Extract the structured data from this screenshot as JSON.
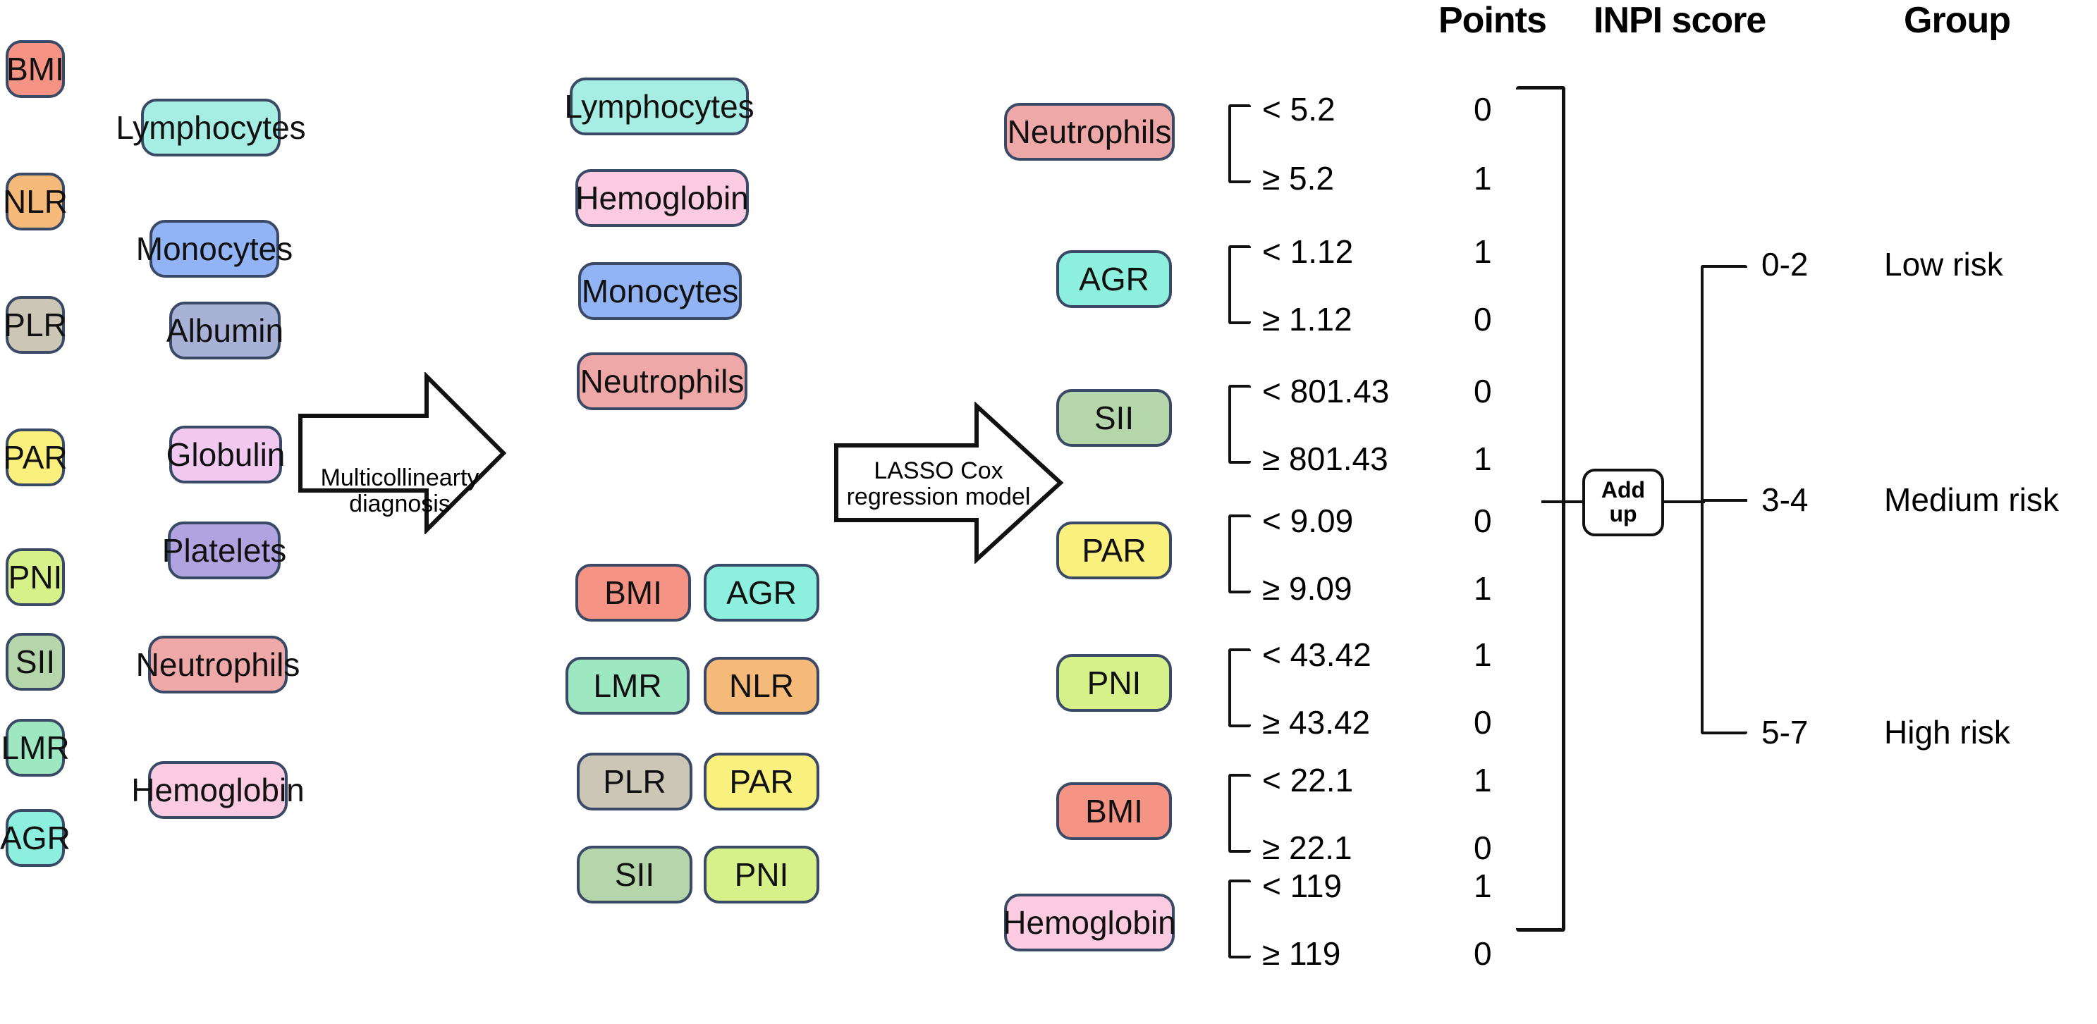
{
  "headers": {
    "points": "Points",
    "inpi_score": "INPI score",
    "group": "Group"
  },
  "colors": {
    "bmi": "#F59384",
    "nlr": "#F5B97A",
    "plr": "#CBC6B6",
    "par": "#FAF07E",
    "pni": "#D6F08A",
    "sii": "#B5D6AA",
    "lmr": "#9EE8C1",
    "agr": "#8DF0DE",
    "lymphocytes": "#A6EDE4",
    "monocytes": "#92B4F4",
    "albumin": "#A8B2D6",
    "globulin": "#F0C8F0",
    "platelets": "#AFA3E0",
    "neutrophils": "#EFA8A8",
    "hemoglobin": "#FBCBE2",
    "border": "#3a4a66"
  },
  "column1": {
    "title": "candidate-variables",
    "items": [
      {
        "label": "BMI",
        "color": "#F59384"
      },
      {
        "label": "NLR",
        "color": "#F5B97A"
      },
      {
        "label": "PLR",
        "color": "#CBC6B6"
      },
      {
        "label": "PAR",
        "color": "#FAF07E"
      },
      {
        "label": "PNI",
        "color": "#D6F08A"
      },
      {
        "label": "SII",
        "color": "#B5D6AA"
      },
      {
        "label": "LMR",
        "color": "#9EE8C1"
      },
      {
        "label": "AGR",
        "color": "#8DF0DE"
      }
    ]
  },
  "column2": {
    "items": [
      {
        "label": "Lymphocytes",
        "color": "#A6EDE4"
      },
      {
        "label": "Monocytes",
        "color": "#92B4F4"
      },
      {
        "label": "Albumin",
        "color": "#A8B2D6"
      },
      {
        "label": "Globulin",
        "color": "#F0C8F0"
      },
      {
        "label": "Platelets",
        "color": "#AFA3E0"
      },
      {
        "label": "Neutrophils",
        "color": "#EFA8A8"
      },
      {
        "label": "Hemoglobin",
        "color": "#FBCBE2"
      }
    ]
  },
  "arrow1": {
    "line1": "Multicollinearty",
    "line2": "diagnosis"
  },
  "arrow2": {
    "line1": "LASSO Cox",
    "line2": "regression model"
  },
  "column3": {
    "singles": [
      {
        "label": "Lymphocytes",
        "color": "#A6EDE4"
      },
      {
        "label": "Hemoglobin",
        "color": "#FBCBE2"
      },
      {
        "label": "Monocytes",
        "color": "#92B4F4"
      },
      {
        "label": "Neutrophils",
        "color": "#EFA8A8"
      }
    ],
    "pairs": [
      [
        {
          "label": "BMI",
          "color": "#F59384"
        },
        {
          "label": "AGR",
          "color": "#8DF0DE"
        }
      ],
      [
        {
          "label": "LMR",
          "color": "#9EE8C1"
        },
        {
          "label": "NLR",
          "color": "#F5B97A"
        }
      ],
      [
        {
          "label": "PLR",
          "color": "#CBC6B6"
        },
        {
          "label": "PAR",
          "color": "#FAF07E"
        }
      ],
      [
        {
          "label": "SII",
          "color": "#B5D6AA"
        },
        {
          "label": "PNI",
          "color": "#D6F08A"
        }
      ]
    ]
  },
  "scoring": {
    "rows": [
      {
        "label": "Neutrophils",
        "color": "#EFA8A8",
        "low_cond": "< 5.2",
        "low_points": "0",
        "high_cond": "≥ 5.2",
        "high_points": "1"
      },
      {
        "label": "AGR",
        "color": "#8DF0DE",
        "low_cond": "< 1.12",
        "low_points": "1",
        "high_cond": "≥ 1.12",
        "high_points": "0"
      },
      {
        "label": "SII",
        "color": "#B5D6AA",
        "low_cond": "< 801.43",
        "low_points": "0",
        "high_cond": "≥ 801.43",
        "high_points": "1"
      },
      {
        "label": "PAR",
        "color": "#FAF07E",
        "low_cond": "< 9.09",
        "low_points": "0",
        "high_cond": "≥ 9.09",
        "high_points": "1"
      },
      {
        "label": "PNI",
        "color": "#D6F08A",
        "low_cond": "< 43.42",
        "low_points": "1",
        "high_cond": "≥ 43.42",
        "high_points": "0"
      },
      {
        "label": "BMI",
        "color": "#F59384",
        "low_cond": "< 22.1",
        "low_points": "1",
        "high_cond": "≥ 22.1",
        "high_points": "0"
      },
      {
        "label": "Hemoglobin",
        "color": "#FBCBE2",
        "low_cond": "< 119",
        "low_points": "1",
        "high_cond": "≥ 119",
        "high_points": "0"
      }
    ]
  },
  "addup": {
    "line1": "Add",
    "line2": "up"
  },
  "groups": [
    {
      "score": "0-2",
      "label": "Low risk"
    },
    {
      "score": "3-4",
      "label": "Medium risk"
    },
    {
      "score": "5-7",
      "label": "High risk"
    }
  ]
}
